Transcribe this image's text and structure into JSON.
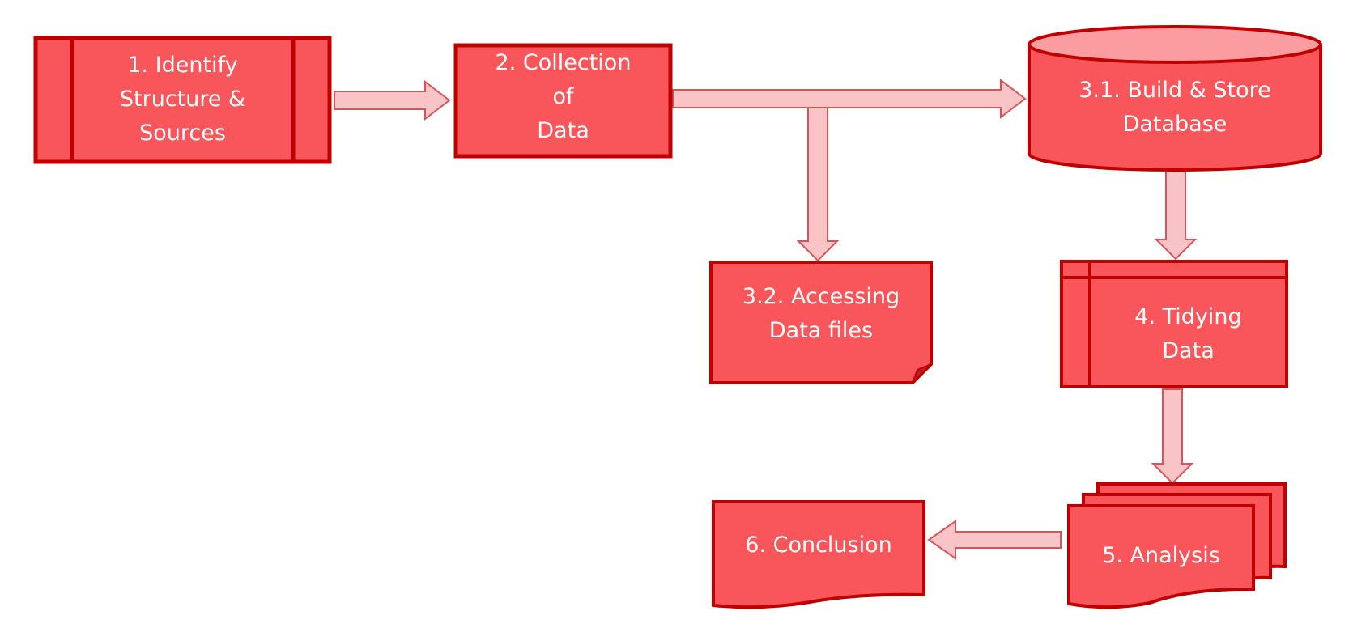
{
  "colors": {
    "shape_fill": "#f8565a",
    "shape_stroke": "#c00000",
    "arrow_fill": "#f9c4c6",
    "arrow_stroke": "#d7555a",
    "text": "#ffffff"
  },
  "nodes": {
    "identify": {
      "lines": [
        "1. Identify",
        "Structure &",
        "Sources"
      ]
    },
    "collection": {
      "lines": [
        "2. Collection",
        "of",
        "Data"
      ]
    },
    "database": {
      "lines": [
        "3.1. Build & Store",
        "Database"
      ]
    },
    "files": {
      "lines": [
        "3.2. Accessing",
        "Data files"
      ]
    },
    "tidying": {
      "lines": [
        "4. Tidying",
        "Data"
      ]
    },
    "analysis": {
      "lines": [
        "5. Analysis"
      ]
    },
    "conclusion": {
      "lines": [
        "6. Conclusion"
      ]
    }
  }
}
